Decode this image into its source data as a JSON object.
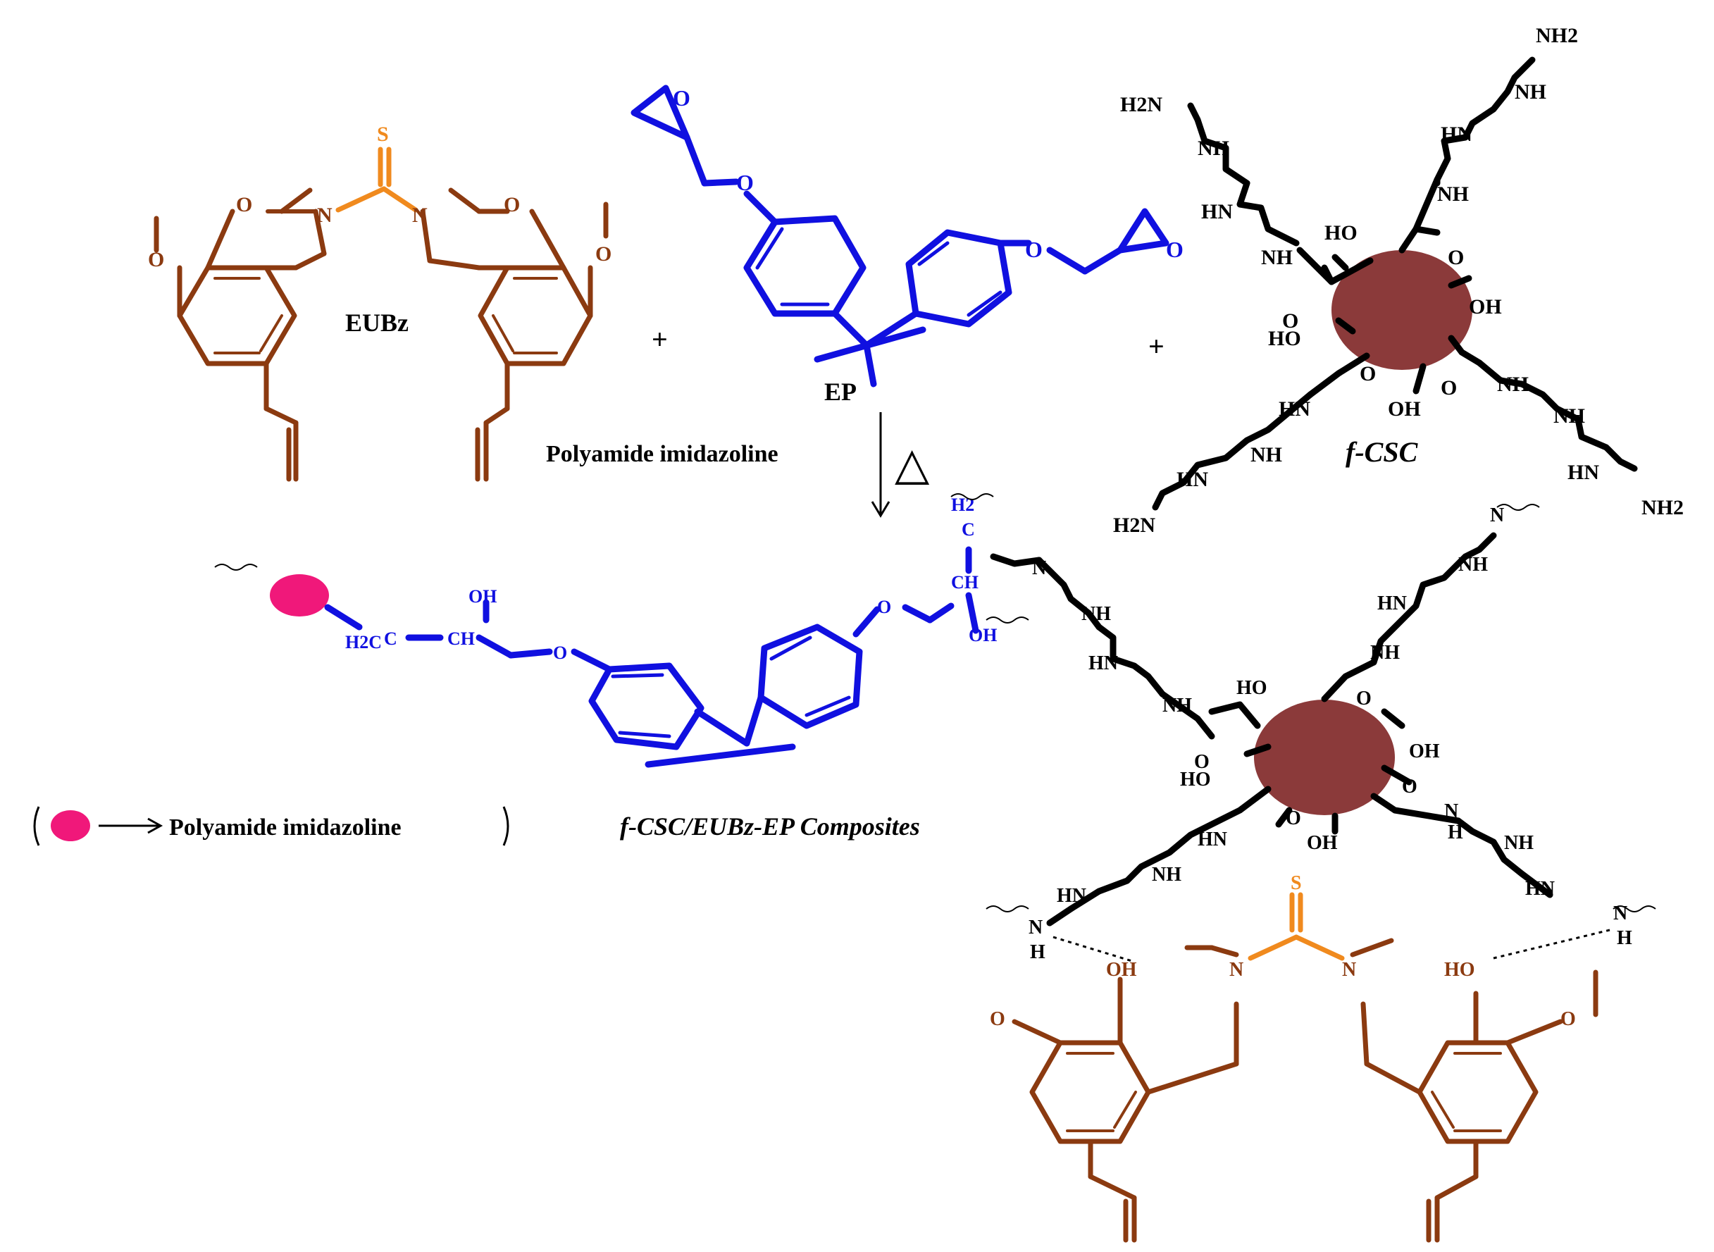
{
  "colors": {
    "eubz": "#8b3a10",
    "thio": "#f08a1e",
    "ep": "#1010e0",
    "csc": "#8b3a3a",
    "amine": "#000000",
    "pa": "#f0187a"
  },
  "reagents": {
    "eubz_label": "EUBz",
    "ep_label": "EP",
    "csc_label": "f-CSC",
    "plus": "+"
  },
  "reaction": {
    "arrow_label": "Polyamide imidazoline",
    "heat_symbol": "△"
  },
  "product": {
    "label": "f-CSC/EUBz-EP Composites"
  },
  "legend": {
    "label": "Polyamide imidazoline"
  },
  "atoms": {
    "O": "O",
    "N": "N",
    "S": "S",
    "NH": "NH",
    "HN": "HN",
    "NH2": "NH2",
    "H2N": "H2N",
    "OH": "OH",
    "HO": "HO",
    "H": "H",
    "CH": "CH",
    "H2C": "H2C",
    "H2": "H2",
    "C": "C"
  }
}
